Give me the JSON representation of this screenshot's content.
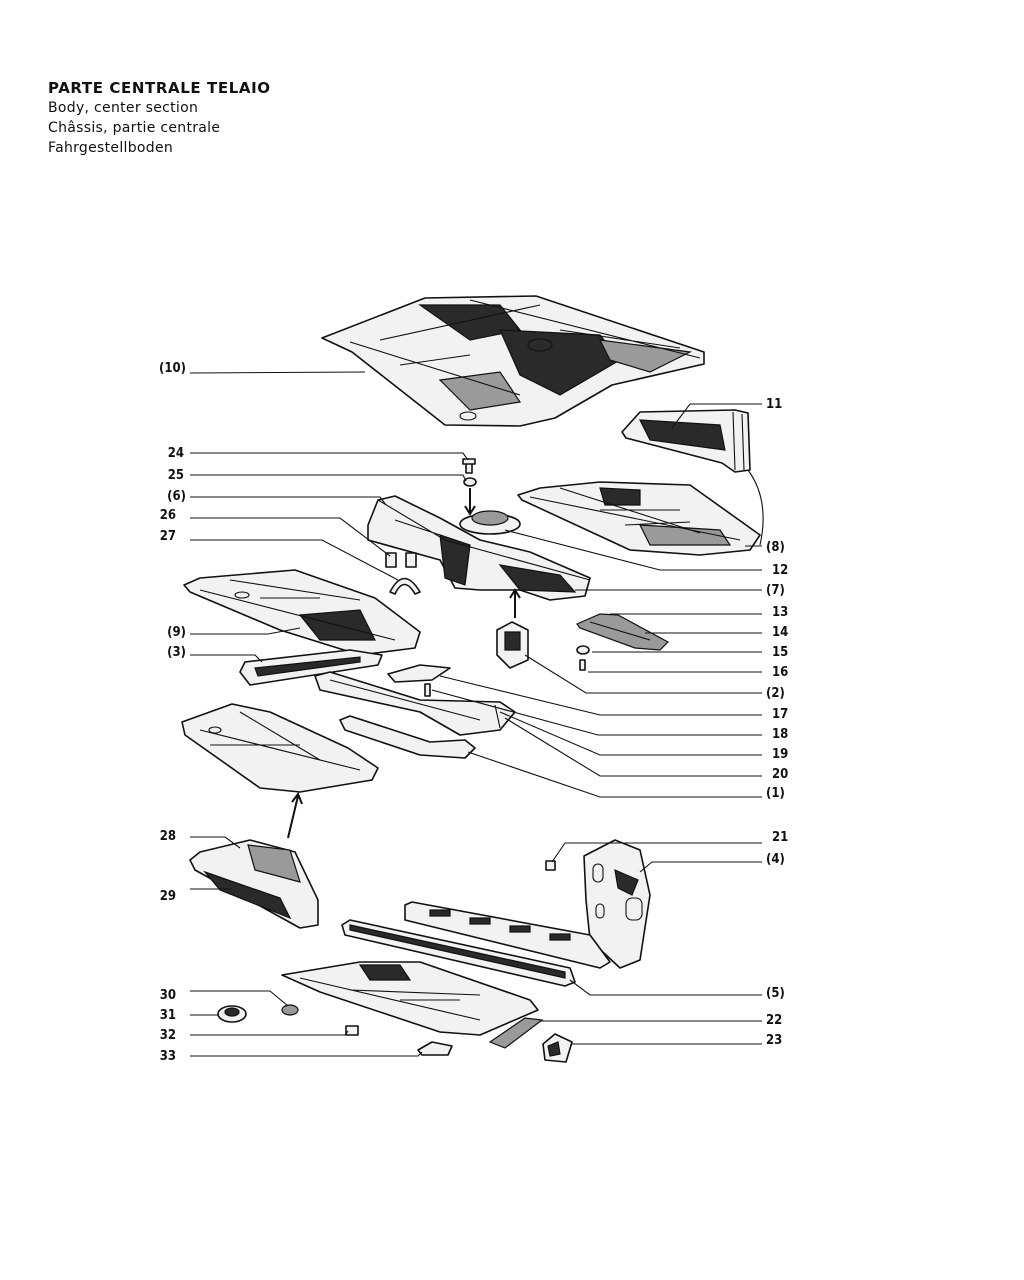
{
  "header": {
    "title_it": "PARTE CENTRALE TELAIO",
    "title_en": "Body, center section",
    "title_fr": "Châssis, partie centrale",
    "title_de": "Fahrgestellboden"
  },
  "callouts": {
    "c10": "(10)",
    "c11": "11",
    "c24": "24",
    "c25": "25",
    "c6": "(6)",
    "c26": "26",
    "c27": "27",
    "c8": "(8)",
    "c12": "12",
    "c7": "(7)",
    "c13": "13",
    "c14": "14",
    "c9": "(9)",
    "c15": "15",
    "c3": "(3)",
    "c16": "16",
    "c2": "(2)",
    "c17": "17",
    "c18": "18",
    "c19": "19",
    "c20": "20",
    "c1": "(1)",
    "c28": "28",
    "c21": "21",
    "c4": "(4)",
    "c29": "29",
    "c5": "(5)",
    "c30": "30",
    "c31": "31",
    "c22": "22",
    "c32": "32",
    "c23": "23",
    "c33": "33"
  }
}
